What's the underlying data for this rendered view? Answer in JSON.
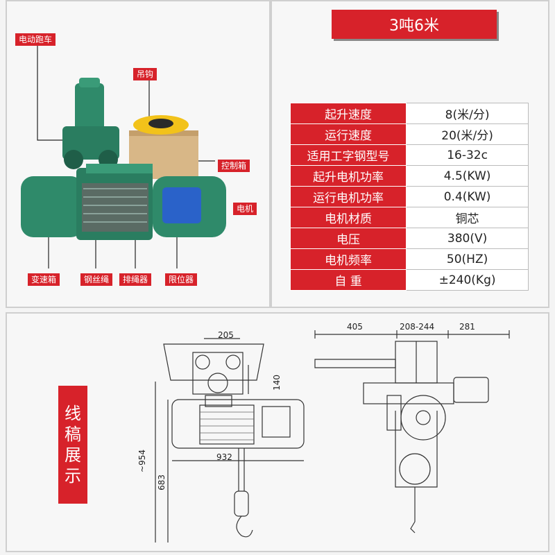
{
  "title": "3吨6米",
  "callouts": {
    "trolley": "电动跑车",
    "hook": "吊钩",
    "control_box": "控制箱",
    "motor": "电机",
    "gearbox": "变速箱",
    "wire_rope": "钢丝绳",
    "rope_guide": "排绳器",
    "limiter": "限位器"
  },
  "specs": [
    {
      "key": "起升速度",
      "value": "8(米/分)"
    },
    {
      "key": "运行速度",
      "value": "20(米/分)"
    },
    {
      "key": "适用工字钢型号",
      "value": "16-32c"
    },
    {
      "key": "起升电机功率",
      "value": "4.5(KW)"
    },
    {
      "key": "运行电机功率",
      "value": "0.4(KW)"
    },
    {
      "key": "电机材质",
      "value": "铜芯"
    },
    {
      "key": "电压",
      "value": "380(V)"
    },
    {
      "key": "电机频率",
      "value": "50(HZ)"
    },
    {
      "key": "自  重",
      "value": "±240(Kg)"
    }
  ],
  "drawing_banner": [
    "线",
    "稿",
    "展",
    "示"
  ],
  "dimensions": {
    "d205": "205",
    "d140": "140",
    "d932": "932",
    "d954": "~954",
    "d683": "683",
    "d405": "405",
    "d208_244": "208-244",
    "d281": "281"
  },
  "colors": {
    "accent": "#d7222a",
    "machine_green": "#2f8a6a",
    "motor_blue": "#2a62c9"
  }
}
